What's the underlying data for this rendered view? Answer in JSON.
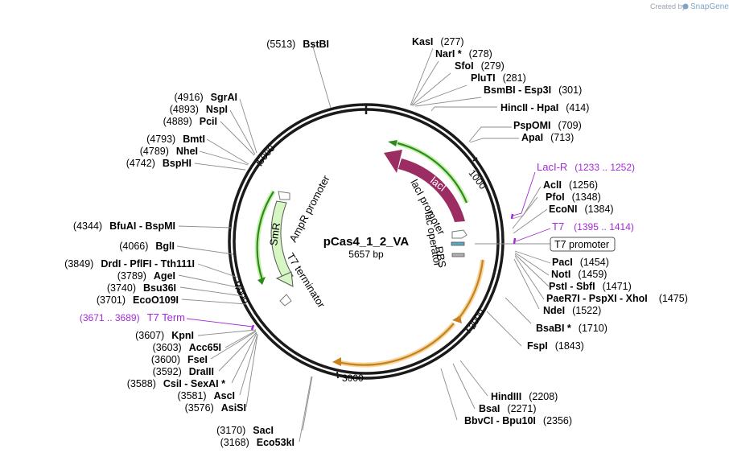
{
  "watermark": {
    "created_by": "Created by",
    "brand": "SnapGene"
  },
  "plasmid": {
    "name": "pCas4_1_2_VA",
    "length": "5657 bp"
  },
  "ticks": [
    "1000",
    "2000",
    "3000",
    "4000",
    "5000"
  ],
  "features": {
    "laci": "lacI",
    "lacI_promoter": "lacI promoter",
    "lac_operator": "lac operator",
    "rbs": "RBS",
    "smr": "SmR",
    "ampr_promoter": "AmpR promoter",
    "t7_terminator": "T7 terminator",
    "t7_promoter_box": "T7 promoter"
  },
  "sites": [
    {
      "id": "kasi",
      "name": "KasI",
      "pos": "(277)"
    },
    {
      "id": "nari",
      "name": "NarI *",
      "pos": "(278)"
    },
    {
      "id": "sfoi",
      "name": "SfoI",
      "pos": "(279)"
    },
    {
      "id": "pluti",
      "name": "PluTI",
      "pos": "(281)"
    },
    {
      "id": "bsmbi",
      "name": "BsmBI  -  Esp3I",
      "pos": "(301)"
    },
    {
      "id": "hincii",
      "name": "HincII  -  HpaI",
      "pos": "(414)"
    },
    {
      "id": "pspomi",
      "name": "PspOMI",
      "pos": "(709)"
    },
    {
      "id": "apai",
      "name": "ApaI",
      "pos": "(713)"
    },
    {
      "id": "acli",
      "name": "AclI",
      "pos": "(1256)"
    },
    {
      "id": "pfoi",
      "name": "PfoI",
      "pos": "(1348)"
    },
    {
      "id": "econi",
      "name": "EcoNI",
      "pos": "(1384)"
    },
    {
      "id": "paci",
      "name": "PacI",
      "pos": "(1454)"
    },
    {
      "id": "noti",
      "name": "NotI",
      "pos": "(1459)"
    },
    {
      "id": "psti",
      "name": "PstI  -  SbfI",
      "pos": "(1471)"
    },
    {
      "id": "paer7i",
      "name": "PaeR7I  -  PspXI  -  XhoI",
      "pos": "(1475)"
    },
    {
      "id": "ndei",
      "name": "NdeI",
      "pos": "(1522)"
    },
    {
      "id": "bsabi",
      "name": "BsaBI *",
      "pos": "(1710)"
    },
    {
      "id": "fspi",
      "name": "FspI",
      "pos": "(1843)"
    },
    {
      "id": "hindiii",
      "name": "HindIII",
      "pos": "(2208)"
    },
    {
      "id": "bsai",
      "name": "BsaI",
      "pos": "(2271)"
    },
    {
      "id": "bbvci",
      "name": "BbvCI  -  Bpu10I",
      "pos": "(2356)"
    },
    {
      "id": "saci",
      "name": "SacI",
      "pos": "(3170)"
    },
    {
      "id": "eco53ki",
      "name": "Eco53kI",
      "pos": "(3168)"
    },
    {
      "id": "asisi",
      "name": "AsiSI",
      "pos": "(3576)"
    },
    {
      "id": "asci",
      "name": "AscI",
      "pos": "(3581)"
    },
    {
      "id": "csii",
      "name": "CsiI  -  SexAI *",
      "pos": "(3588)"
    },
    {
      "id": "draiii",
      "name": "DraIII",
      "pos": "(3592)"
    },
    {
      "id": "fsei",
      "name": "FseI",
      "pos": "(3600)"
    },
    {
      "id": "acc65i",
      "name": "Acc65I",
      "pos": "(3603)"
    },
    {
      "id": "kpni",
      "name": "KpnI",
      "pos": "(3607)"
    },
    {
      "id": "ecoo109i",
      "name": "EcoO109I",
      "pos": "(3701)"
    },
    {
      "id": "bsu36i",
      "name": "Bsu36I",
      "pos": "(3740)"
    },
    {
      "id": "agei",
      "name": "AgeI",
      "pos": "(3789)"
    },
    {
      "id": "drdi",
      "name": "DrdI  -  PflFI  -  Tth111I",
      "pos": "(3849)"
    },
    {
      "id": "bgli",
      "name": "BglI",
      "pos": "(4066)"
    },
    {
      "id": "bfuai",
      "name": "BfuAI  -  BspMI",
      "pos": "(4344)"
    },
    {
      "id": "bsphi",
      "name": "BspHI",
      "pos": "(4742)"
    },
    {
      "id": "nhei",
      "name": "NheI",
      "pos": "(4789)"
    },
    {
      "id": "bmti",
      "name": "BmtI",
      "pos": "(4793)"
    },
    {
      "id": "pcii",
      "name": "PciI",
      "pos": "(4889)"
    },
    {
      "id": "nspi",
      "name": "NspI",
      "pos": "(4893)"
    },
    {
      "id": "sgrai",
      "name": "SgrAI",
      "pos": "(4916)"
    },
    {
      "id": "bstbi",
      "name": "BstBI",
      "pos": "(5513)"
    }
  ],
  "primers": [
    {
      "id": "laci_r",
      "name": "LacI-R",
      "range": "(1233 .. 1252)"
    },
    {
      "id": "t7",
      "name": "T7",
      "range": "(1395 .. 1414)"
    },
    {
      "id": "t7_term",
      "name": "T7 Term",
      "range": "(3671 .. 3689)"
    }
  ],
  "colors": {
    "backbone": "#1a1a1a",
    "laci": "#9b2d63",
    "smr": "#d6f7c4",
    "promoter_green": "#2f8a1e",
    "orange_feature": "#e3a13a",
    "primer": "#a32bd6",
    "leader_line": "#8c8c8c"
  }
}
